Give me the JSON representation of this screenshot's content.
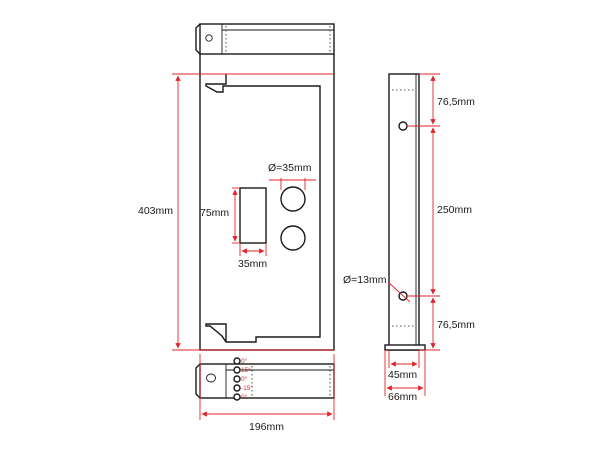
{
  "colors": {
    "dimension": "#e2232a",
    "drawing": "#1a1a1a",
    "background": "#ffffff"
  },
  "dimensions": {
    "overall_height": "403mm",
    "overall_width": "196mm",
    "hole_diameter_large": "Ø=35mm",
    "slot_height": "75mm",
    "slot_width": "35mm",
    "top_offset": "76,5mm",
    "middle_span": "250mm",
    "bottom_offset": "76,5mm",
    "hole_diameter_small": "Ø=13mm",
    "side_inner_width": "45mm",
    "side_outer_width": "66mm"
  },
  "angle_marks": [
    "0°",
    "15°",
    "0°",
    "-15°",
    "0°"
  ]
}
